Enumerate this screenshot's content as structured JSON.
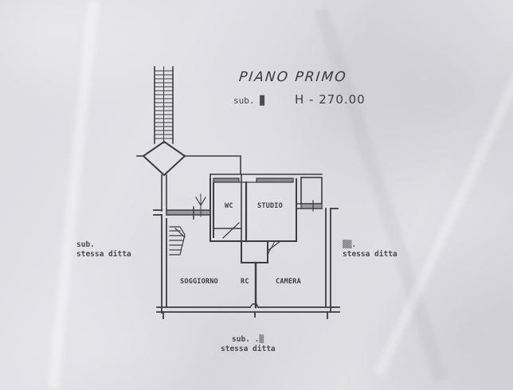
{
  "header": {
    "title": "PIANO PRIMO",
    "sub_label": "sub. ▉",
    "height": "H - 270.00"
  },
  "neighbors": {
    "left": {
      "sub": "sub.",
      "owner": "stessa ditta"
    },
    "right": {
      "sub": "▒▒.",
      "owner": "stessa ditta"
    },
    "bottom": {
      "sub": "sub. .▒",
      "owner": "stessa ditta"
    }
  },
  "rooms": [
    {
      "id": "wc",
      "label": "WC"
    },
    {
      "id": "studio",
      "label": "STUDIO"
    },
    {
      "id": "soggiorno",
      "label": "SOGGIORNO"
    },
    {
      "id": "rc",
      "label": "RC"
    },
    {
      "id": "camera",
      "label": "CAMERA"
    }
  ],
  "colors": {
    "paper": "#dcdbe0",
    "ink": "#3a393e"
  }
}
